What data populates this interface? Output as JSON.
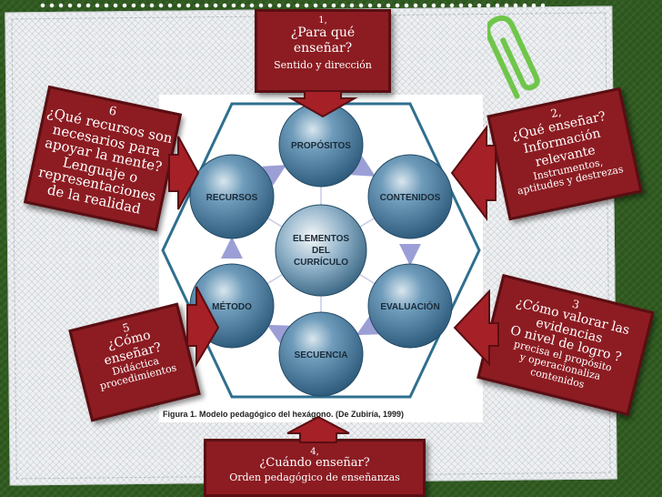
{
  "figure": {
    "center": "ELEMENTOS\nDEL\nCURRÍCULO",
    "nodes": [
      "PROPÓSITOS",
      "CONTENIDOS",
      "EVALUACIÓN",
      "SECUENCIA",
      "MÉTODO",
      "RECURSOS"
    ],
    "caption": "Figura 1. Modelo pedagógico del hexágono. (De Zubiría, 1999)",
    "node_color": "#3d6f93",
    "arrow_color": "#9b9fd6"
  },
  "callouts": {
    "b1": {
      "number": "1,",
      "question": "¿Para qué\nenseñar?",
      "subtitle": "Sentido y dirección"
    },
    "b2": {
      "number": "2,",
      "question": "¿Qué enseñar?\nInformación\nrelevante",
      "subtitle": "Instrumentos,\naptitudes y destrezas"
    },
    "b3": {
      "number": "3",
      "question": "¿Cómo valorar las\nevidencias\nO nivel de logro ?",
      "subtitle": "precisa el propósito\ny operacionaliza\ncontenidos"
    },
    "b4": {
      "number": "4,",
      "question": "¿Cuándo enseñar?",
      "subtitle": "Orden pedagógico de enseñanzas"
    },
    "b5": {
      "number": "5",
      "question": "¿Cómo\nenseñar?",
      "subtitle": "Didáctica\nprocedimientos"
    },
    "b6": {
      "number": "6",
      "question": "¿Qué recursos son\nnecesarios para\napoyar la mente?\nLenguaje o\nrepresentaciones\nde la realidad"
    }
  },
  "colors": {
    "box_fill": "#8c1c22",
    "background": "#2f5a1f",
    "clip": "#6fc64a"
  }
}
